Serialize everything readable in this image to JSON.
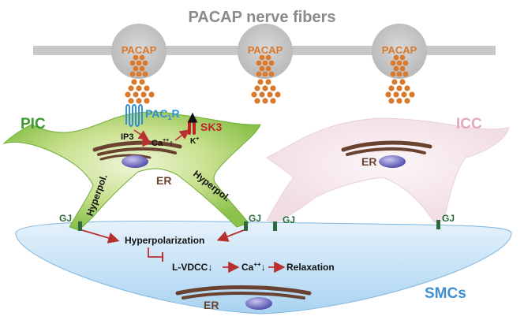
{
  "title": "PACAP nerve fibers",
  "vesicle_label": "PACAP",
  "pic_label": "PIC",
  "icc_label": "ICC",
  "smc_label": "SMCs",
  "receptor_label": "PAC",
  "receptor_subscript": "1",
  "receptor_suffix": "R",
  "ip3_label": "IP3",
  "ca_label": "Ca",
  "ca_superscript": "++",
  "ca_arrow": "↑",
  "k_label": "K",
  "k_superscript": "+",
  "sk3_label": "SK3",
  "er_label": "ER",
  "hyperpol_label": "Hyperpol.",
  "gj_label": "GJ",
  "hyperpolarization_label": "Hyperpolarization",
  "lvdcc_label": "L-VDCC↓",
  "ca_down_label": "Ca",
  "ca_down_superscript": "++",
  "ca_down_arrow": "↓",
  "relaxation_label": "Relaxation",
  "colors": {
    "title": "#8a8a8a",
    "nerve": "#c8c8c8",
    "vesicle_dots": "#d9792b",
    "pic": "#3a9a2e",
    "icc": "#e4a8b8",
    "smc": "#3f8fd0",
    "receptor": "#2f8fd8",
    "sk3": "#c0242a",
    "er": "#6a4330",
    "arrow": "#b8312e",
    "gj": "#2d6a3e"
  }
}
